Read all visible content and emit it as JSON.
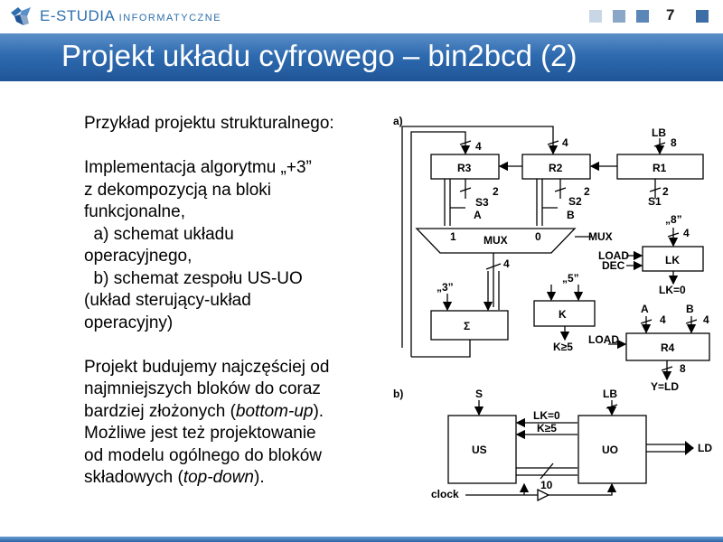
{
  "header": {
    "brand_main": "E-STUDIA",
    "brand_sub": "INFORMATYCZNE",
    "page_number": "7",
    "title": "Projekt układu cyfrowego – bin2bcd (2)"
  },
  "text": {
    "line1": "Przykład projektu strukturalnego:",
    "line2": "Implementacja algorytmu „+3”",
    "line3": "z dekompozycją na bloki",
    "line4": "funkcjonalne,",
    "line5": "  a) schemat układu",
    "line6": "operacyjnego,",
    "line7": "  b) schemat zespołu US-UO",
    "line8": "(układ sterujący-układ",
    "line9": "operacyjny)",
    "line10": "Projekt budujemy najczęściej od",
    "line11": "najmniejszych bloków do coraz",
    "line12a": "bardziej złożonych (",
    "line12b": "bottom-up",
    "line12c": ").",
    "line13": "Możliwe jest też projektowanie",
    "line14": "od modelu ogólnego do bloków",
    "line15a": "składowych (",
    "line15b": "top-down",
    "line15c": ")."
  },
  "diagram_a": {
    "label": "a)",
    "r3": "R3",
    "r2": "R2",
    "r1": "R1",
    "lb": "LB",
    "w8": "8",
    "w4a": "4",
    "w4b": "4",
    "s3": "S3",
    "s2": "S2",
    "s1": "S1",
    "two": "2",
    "a": "A",
    "b": "B",
    "mux": "MUX",
    "mux_in1": "1",
    "mux_in0": "0",
    "mux_ctrl": "MUX",
    "c8": "„8”",
    "c4": "4",
    "lk": "LK",
    "load": "LOAD",
    "dec": "DEC",
    "lk0": "LK=0",
    "w4c": "4",
    "c3": "„3”",
    "c5": "„5”",
    "sigma": "Σ",
    "k": "K",
    "kge5": "K≥5",
    "r4": "R4",
    "load2": "LOAD",
    "a2": "A",
    "b2": "B",
    "w4d": "4",
    "w4e": "4",
    "w8b": "8",
    "yld": "Y=LD"
  },
  "diagram_b": {
    "label": "b)",
    "s": "S",
    "lb": "LB",
    "us": "US",
    "uo": "UO",
    "lk0": "LK=0",
    "kge5": "K≥5",
    "ld": "LD",
    "clock": "clock",
    "ten": "10"
  },
  "colors": {
    "title_bar": "#2f6bb0",
    "brand": "#2e6fae",
    "square_light": "#c9d6e6",
    "square_mid": "#8aa7c8",
    "square_dark": "#3e6ea6"
  }
}
